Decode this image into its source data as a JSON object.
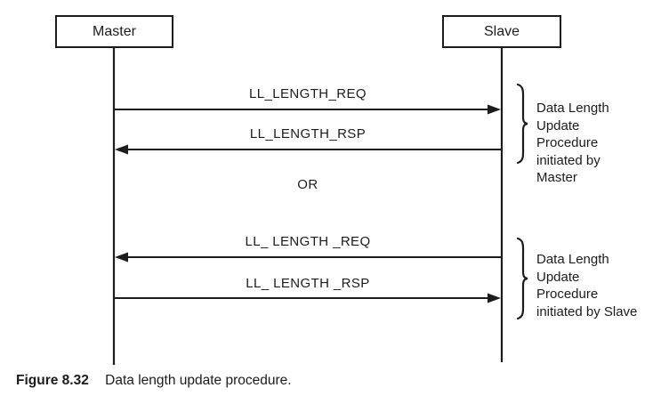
{
  "diagram": {
    "actors": [
      {
        "id": "master",
        "label": "Master"
      },
      {
        "id": "slave",
        "label": "Slave"
      }
    ],
    "messages": [
      {
        "label": "LL_LENGTH_REQ",
        "from": "Master",
        "to": "Slave",
        "direction": "right"
      },
      {
        "label": "LL_LENGTH_RSP",
        "from": "Slave",
        "to": "Master",
        "direction": "left"
      },
      {
        "label": "LL_ LENGTH _REQ",
        "from": "Slave",
        "to": "Master",
        "direction": "left"
      },
      {
        "label": "LL_ LENGTH _RSP",
        "from": "Master",
        "to": "Slave",
        "direction": "right"
      }
    ],
    "or_label": "OR",
    "annotations": [
      {
        "text": "Data Length\nUpdate\nProcedure\ninitiated by\nMaster"
      },
      {
        "text": "Data Length\nUpdate\nProcedure\ninitiated by Slave"
      }
    ],
    "colors": {
      "line": "#1c1c1c",
      "background": "#ffffff"
    }
  },
  "caption": {
    "figure_label": "Figure 8.32",
    "text": "Data length update procedure."
  }
}
